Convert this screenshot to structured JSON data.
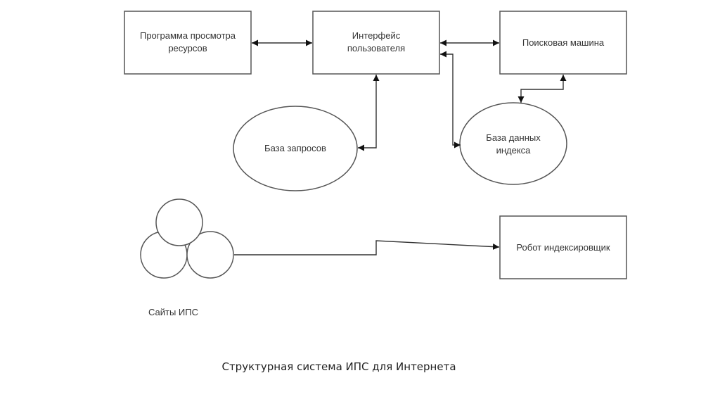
{
  "diagram": {
    "caption": "Структурная система ИПС для Интернета",
    "nodes": {
      "viewer": {
        "type": "rectangle",
        "lines": [
          "Программа просмотра",
          "ресурсов"
        ]
      },
      "ui": {
        "type": "rectangle",
        "lines": [
          "Интерфейс",
          "пользователя"
        ]
      },
      "engine": {
        "type": "rectangle",
        "lines": [
          "Поисковая машина"
        ]
      },
      "query_db": {
        "type": "ellipse",
        "lines": [
          "База запросов"
        ]
      },
      "index_db": {
        "type": "ellipse",
        "lines": [
          "База данных",
          "индекса"
        ]
      },
      "robot": {
        "type": "rectangle",
        "lines": [
          "Робот индексировщик"
        ]
      },
      "sites": {
        "type": "circle-cluster",
        "lines": [
          "Сайты ИПС"
        ]
      }
    },
    "edges": [
      {
        "from": "viewer",
        "to": "ui",
        "direction": "both"
      },
      {
        "from": "ui",
        "to": "engine",
        "direction": "both"
      },
      {
        "from": "ui",
        "to": "query_db",
        "direction": "both"
      },
      {
        "from": "ui",
        "to": "index_db",
        "direction": "both"
      },
      {
        "from": "engine",
        "to": "index_db",
        "direction": "both"
      },
      {
        "from": "sites",
        "to": "robot",
        "direction": "forward"
      }
    ]
  }
}
